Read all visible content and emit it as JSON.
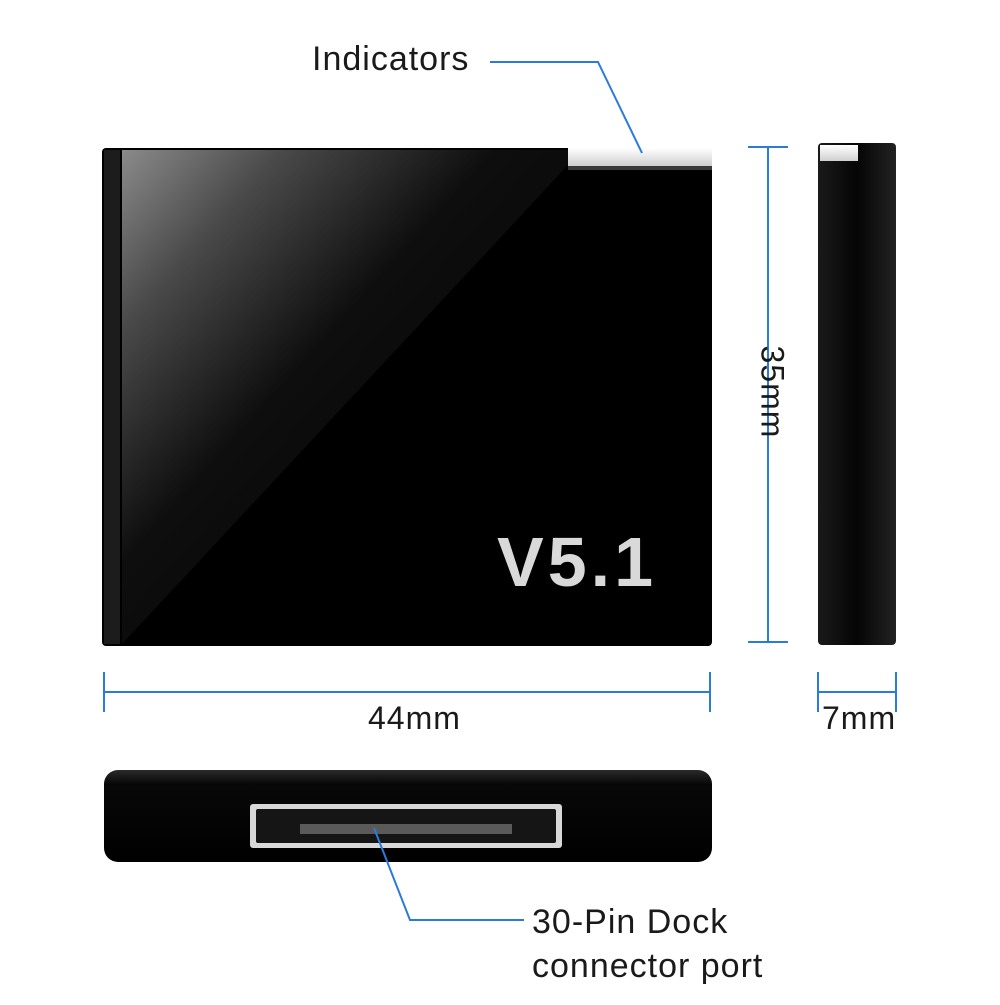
{
  "labels": {
    "indicators": "Indicators",
    "width": "44mm",
    "height": "35mm",
    "depth": "7mm",
    "connector_line1": "30-Pin Dock",
    "connector_line2": "connector port",
    "version": "V5.1"
  },
  "colors": {
    "device_body": "#050505",
    "dimension_line": "#2b7cd9",
    "indicator_strip": "#e6e6e6",
    "text": "#1a1a1a"
  }
}
